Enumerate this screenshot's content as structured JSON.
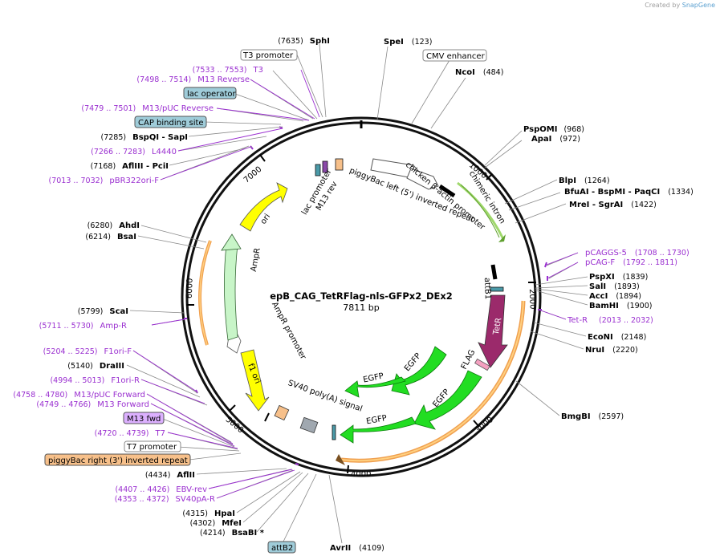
{
  "credit": {
    "prefix": "Created by",
    "brand": "SnapGene"
  },
  "plasmid": {
    "name": "epB_CAG_TetRFlag-nls-GFPx2_DEx2",
    "length": "7811 bp"
  },
  "ticks": [
    "1000",
    "2000",
    "3000",
    "4000",
    "5000",
    "6000",
    "7000"
  ],
  "colors": {
    "primer": "#9a2fd0",
    "egfp": "#22dd22",
    "tetr": "#9b2a6b",
    "ori": "#ffff00",
    "ampr": "#c8f5c8",
    "itr": "#f7c08a",
    "feature_box": "#9fccd9",
    "m13fwd": "#dcb0ff"
  },
  "labels": {
    "spei": {
      "name": "SpeI",
      "pos": "(123)"
    },
    "noci": {
      "name": "NcoI",
      "pos": "(484)"
    },
    "psp": {
      "name": "PspOMI",
      "pos": "(968)"
    },
    "apai": {
      "name": "ApaI",
      "pos": "(972)"
    },
    "blpi": {
      "name": "BlpI",
      "pos": "(1264)"
    },
    "bfu": {
      "name": "BfuAI - BspMI - PaqCI",
      "pos": "(1334)"
    },
    "mrei": {
      "name": "MreI - SgrAI",
      "pos": "(1422)"
    },
    "pcaggs5": {
      "name": "pCAGGS-5",
      "pos": "(1708 .. 1730)"
    },
    "pcagf": {
      "name": "pCAG-F",
      "pos": "(1792 .. 1811)"
    },
    "pspxi": {
      "name": "PspXI",
      "pos": "(1839)"
    },
    "sali": {
      "name": "SalI",
      "pos": "(1893)"
    },
    "acci": {
      "name": "AccI",
      "pos": "(1894)"
    },
    "bamhi": {
      "name": "BamHI",
      "pos": "(1900)"
    },
    "tetr_primer": {
      "name": "Tet-R",
      "pos": "(2013 .. 2032)"
    },
    "econi": {
      "name": "EcoNI",
      "pos": "(2148)"
    },
    "nrui": {
      "name": "NruI",
      "pos": "(2220)"
    },
    "bmgbi": {
      "name": "BmgBI",
      "pos": "(2597)"
    },
    "sphi": {
      "name": "SphI",
      "pos": "(7635)"
    },
    "t3prom": {
      "name": "T3 promoter"
    },
    "t3": {
      "name": "T3",
      "pos": "(7533 .. 7553)"
    },
    "m13rev": {
      "name": "M13 Reverse",
      "pos": "(7498 .. 7514)"
    },
    "lacop": {
      "name": "lac operator"
    },
    "m13puc_rev": {
      "name": "M13/pUC Reverse",
      "pos": "(7479 .. 7501)"
    },
    "cap": {
      "name": "CAP binding site"
    },
    "bspqi": {
      "name": "BspQI - SapI",
      "pos": "(7285)"
    },
    "l4440": {
      "name": "L4440",
      "pos": "(7266 .. 7283)"
    },
    "afliii": {
      "name": "AflIII - PciI",
      "pos": "(7168)"
    },
    "pbr322": {
      "name": "pBR322ori-F",
      "pos": "(7013 .. 7032)"
    },
    "ahdi": {
      "name": "AhdI",
      "pos": "(6280)"
    },
    "bsai": {
      "name": "BsaI",
      "pos": "(6214)"
    },
    "scai": {
      "name": "ScaI",
      "pos": "(5799)"
    },
    "ampr_primer": {
      "name": "Amp-R",
      "pos": "(5711 .. 5730)"
    },
    "f1ori_f": {
      "name": "F1ori-F",
      "pos": "(5204 .. 5225)"
    },
    "draiii": {
      "name": "DraIII",
      "pos": "(5140)"
    },
    "f1ori_r": {
      "name": "F1ori-R",
      "pos": "(4994 .. 5013)"
    },
    "m13puc_fwd": {
      "name": "M13/pUC Forward",
      "pos": "(4758 .. 4780)"
    },
    "m13fwd_primer": {
      "name": "M13 Forward",
      "pos": "(4749 .. 4766)"
    },
    "m13fwd_box": {
      "name": "M13 fwd"
    },
    "t7": {
      "name": "T7",
      "pos": "(4720 .. 4739)"
    },
    "t7prom": {
      "name": "T7 promoter"
    },
    "pbright": {
      "name": "piggyBac right (3') inverted repeat"
    },
    "aflii": {
      "name": "AflII",
      "pos": "(4434)"
    },
    "ebv": {
      "name": "EBV-rev",
      "pos": "(4407 .. 4426)"
    },
    "sv40pa": {
      "name": "SV40pA-R",
      "pos": "(4353 .. 4372)"
    },
    "hpai": {
      "name": "HpaI",
      "pos": "(4315)"
    },
    "mfei": {
      "name": "MfeI",
      "pos": "(4302)"
    },
    "bsabi": {
      "name": "BsaBI *",
      "pos": "(4214)"
    },
    "attb2": {
      "name": "attB2"
    },
    "avrii": {
      "name": "AvrII",
      "pos": "(4109)"
    },
    "cmv": {
      "name": "CMV enhancer"
    }
  },
  "features": {
    "pb_left": "piggyBac left (5') inverted repeat",
    "actin": "chicken β-actin promoter",
    "intron": "chimeric intron",
    "attb1": "attB1",
    "tetr": "TetR",
    "flag": "FLAG",
    "egfp1": "EGFP",
    "egfp2": "EGFP",
    "egfp3": "EGFP",
    "egfp4": "EGFP",
    "sv40": "SV40 poly(A) signal",
    "f1ori": "f1 ori",
    "amp_prom": "AmpR promoter",
    "ampr": "AmpR",
    "ori": "ori",
    "lac_prom": "lac promoter",
    "m13rev": "M13 rev"
  }
}
